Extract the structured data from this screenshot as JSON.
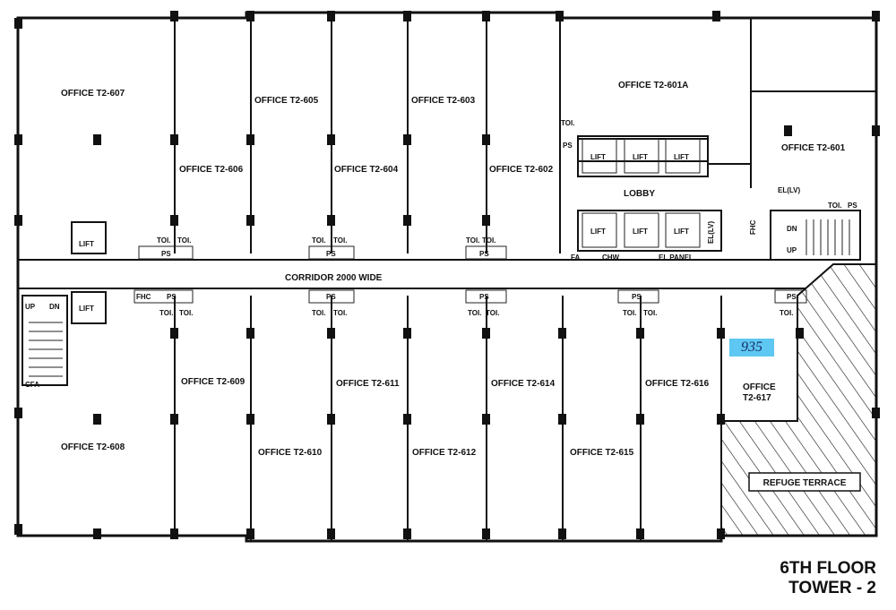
{
  "floor_title": "6TH FLOOR",
  "tower_title": "TOWER - 2",
  "corridor": "CORRIDOR 2000 WIDE",
  "lobby": "LOBBY",
  "refuge": "REFUGE TERRACE",
  "handwritten_note": "935",
  "offices": {
    "o607": "OFFICE T2-607",
    "o606": "OFFICE T2-606",
    "o605": "OFFICE T2-605",
    "o604": "OFFICE T2-604",
    "o603": "OFFICE T2-603",
    "o602": "OFFICE T2-602",
    "o601a": "OFFICE T2-601A",
    "o601": "OFFICE T2-601",
    "o608": "OFFICE T2-608",
    "o609": "OFFICE T2-609",
    "o610": "OFFICE T2-610",
    "o611": "OFFICE T2-611",
    "o612": "OFFICE T2-612",
    "o614": "OFFICE T2-614",
    "o615": "OFFICE T2-615",
    "o616": "OFFICE T2-616",
    "o617a": "OFFICE",
    "o617b": "T2-617"
  },
  "services": {
    "lift": "LIFT",
    "toi": "TOI.",
    "ps": "PS",
    "fhc": "FHC",
    "fa": "FA",
    "chw": "CHW",
    "el_panel": "EL PANEL",
    "el_lv": "EL(LV)",
    "up": "UP",
    "dn": "DN",
    "cfa": "CFA"
  }
}
